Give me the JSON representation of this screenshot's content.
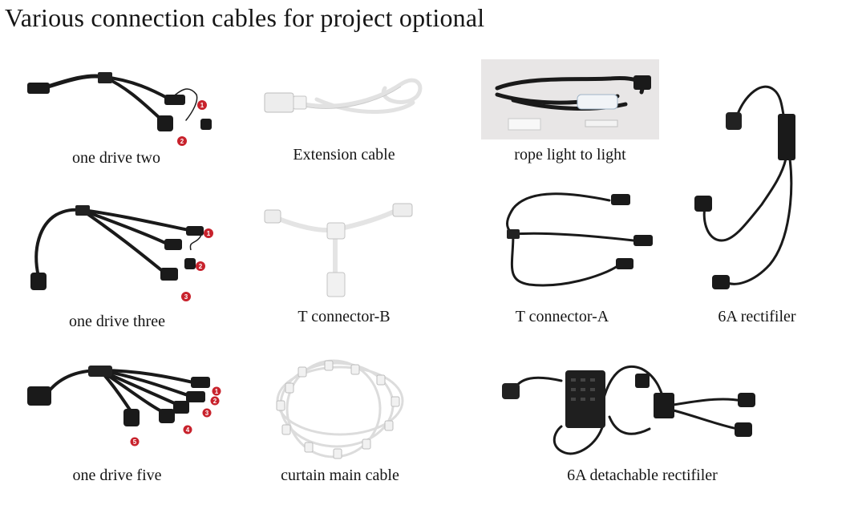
{
  "title": "Various connection cables for project optional",
  "items": [
    {
      "caption": "one drive two",
      "markers": [
        "1",
        "2"
      ]
    },
    {
      "caption": "Extension cable"
    },
    {
      "caption": "rope light to light"
    },
    {
      "caption": "6A rectifiler"
    },
    {
      "caption": "one drive three",
      "markers": [
        "1",
        "2",
        "3"
      ]
    },
    {
      "caption": "T connector-B"
    },
    {
      "caption": "T connector-A"
    },
    {
      "caption": "one drive five",
      "markers": [
        "1",
        "2",
        "3",
        "4",
        "5"
      ]
    },
    {
      "caption": "curtain main cable"
    },
    {
      "caption": "6A detachable rectifiler"
    }
  ],
  "colors": {
    "cable_black": "#1a1a1a",
    "cable_white": "#ececec",
    "marker_red": "#c8222c",
    "rope_bg": "#e8e6e6"
  }
}
